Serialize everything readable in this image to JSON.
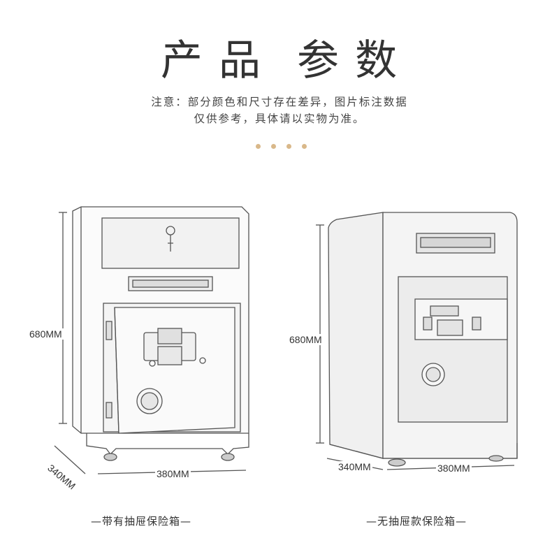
{
  "title": {
    "part1": "产 品",
    "part2": "参 数"
  },
  "note": {
    "line1": "注意：部分颜色和尺寸存在差异，图片标注数据",
    "line2": "仅供参考，具体请以实物为准。"
  },
  "accent_color": "#d9b88a",
  "products": [
    {
      "height": "680MM",
      "depth": "340MM",
      "width": "380MM",
      "caption": "—带有抽屉保险箱—"
    },
    {
      "height": "680MM",
      "depth": "340MM",
      "width": "380MM",
      "caption": "—无抽屉款保险箱—"
    }
  ]
}
